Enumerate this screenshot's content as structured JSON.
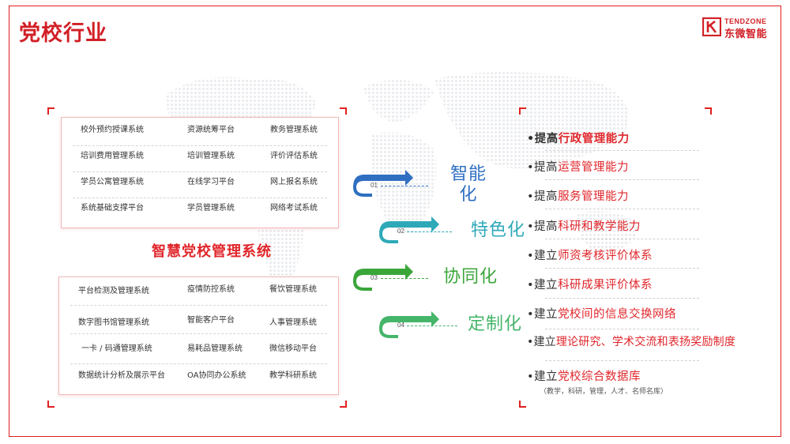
{
  "page_title": "党校行业",
  "logo": {
    "en": "TENDZONE",
    "cn": "东微智能"
  },
  "center_title": "智慧党校管理系统",
  "top_grid": [
    [
      "校外预约授课系统",
      "资源统筹平台",
      "教务管理系统"
    ],
    [
      "培训费用管理系统",
      "培训管理系统",
      "评价评估系统"
    ],
    [
      "学员公寓管理系统",
      "在线学习平台",
      "网上报名系统"
    ],
    [
      "系统基础支撑平台",
      "学员管理系统",
      "网络考试系统"
    ]
  ],
  "bottom_grid": [
    [
      "平台检测及管理系统",
      "疫情防控系统",
      "餐饮管理系统"
    ],
    [
      "数字图书馆管理系统",
      "智能客户平台",
      "人事管理系统"
    ],
    [
      "一卡 / 码通管理系统",
      "易耗品管理系统",
      "微信移动平台"
    ],
    [
      "数据统计分析及展示平台",
      "OA协同办公系统",
      "教学科研系统"
    ]
  ],
  "features": [
    {
      "num": "01",
      "label": "智能化",
      "color": "#2f6fc2"
    },
    {
      "num": "02",
      "label": "特色化",
      "color": "#2ea9b8"
    },
    {
      "num": "03",
      "label": "协同化",
      "color": "#3aa63a"
    },
    {
      "num": "04",
      "label": "定制化",
      "color": "#45b56a"
    }
  ],
  "benefits": [
    {
      "prefix": "•提高",
      "highlight": "行政管理能力"
    },
    {
      "prefix": "•提高",
      "highlight": "运营管理能力"
    },
    {
      "prefix": "•提高",
      "highlight": "服务管理能力"
    },
    {
      "prefix": "•提高",
      "highlight": "科研和教学能力"
    },
    {
      "prefix": "•建立",
      "highlight": "师资考核评价体系"
    },
    {
      "prefix": "•建立",
      "highlight": "科研成果评价体系"
    },
    {
      "prefix": "•建立",
      "highlight": "党校间的信息交换网络"
    },
    {
      "prefix": "•建立",
      "highlight": "理论研究、学术交流和表扬奖励制度"
    },
    {
      "prefix": "•建立",
      "highlight": "党校综合数据库"
    }
  ],
  "db_note": "（教学，科研，管理，人才、名师名库）",
  "colors": {
    "accent": "#e0262b",
    "frame": "#e02020"
  }
}
